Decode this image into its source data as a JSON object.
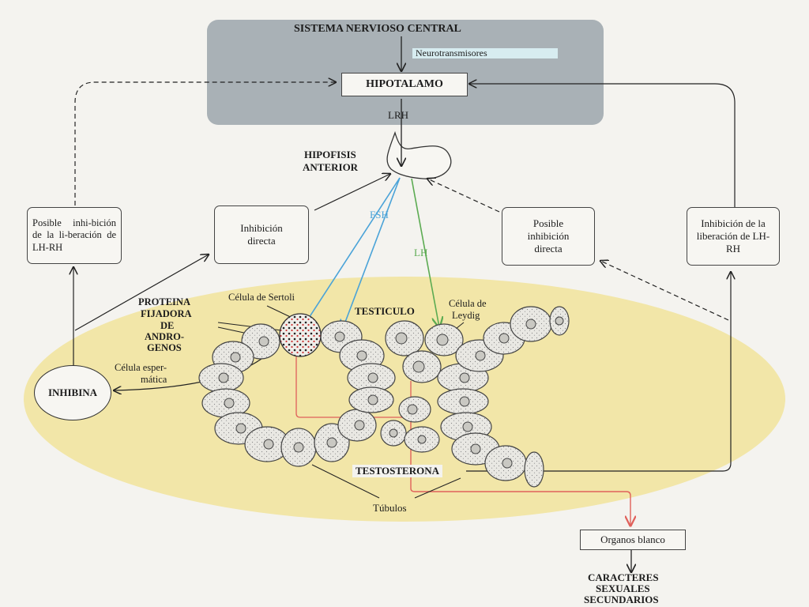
{
  "titles": {
    "cns": "SISTEMA NERVIOSO CENTRAL",
    "neuro": "Neurotransmisores",
    "hypothalamus": "HIPOTALAMO",
    "lrh": "LRH",
    "pituitary_line1": "HIPOFISIS",
    "pituitary_line2": "ANTERIOR",
    "fsh": "FSH",
    "lh": "LH"
  },
  "boxes": {
    "left_inhibit": "Posible inhi-bición de la li-beración de LH-RH",
    "direct_left": "Inhibición directa",
    "direct_right": "Posible inhibición directa",
    "right_inhibit": "Inhibición de la liberación de LH-RH"
  },
  "testis": {
    "title": "TESTICULO",
    "sertoli": "Célula de Sertoli",
    "leydig_line1": "Célula de",
    "leydig_line2": "Leydig",
    "abp_line1": "PROTEINA",
    "abp_line2": "FIJADORA",
    "abp_line3": "DE",
    "abp_line4": "ANDRO-",
    "abp_line5": "GENOS",
    "sperm_line1": "Célula esper-",
    "sperm_line2": "mática",
    "inhibin": "INHIBINA",
    "testosterone": "TESTOSTERONA",
    "tubules": "Túbulos"
  },
  "targets": {
    "organs": "Organos blanco",
    "chars_line1": "CARACTERES",
    "chars_line2": "SEXUALES",
    "chars_line3": "SECUNDARIOS"
  },
  "colors": {
    "cns_panel": "#a9b1b6",
    "testis_oval": "#f2e6a8",
    "fsh": "#4aa3d8",
    "lh": "#5cab52",
    "testosterone_path": "#e0605a",
    "neuro_highlight": "#d7ecf0"
  }
}
